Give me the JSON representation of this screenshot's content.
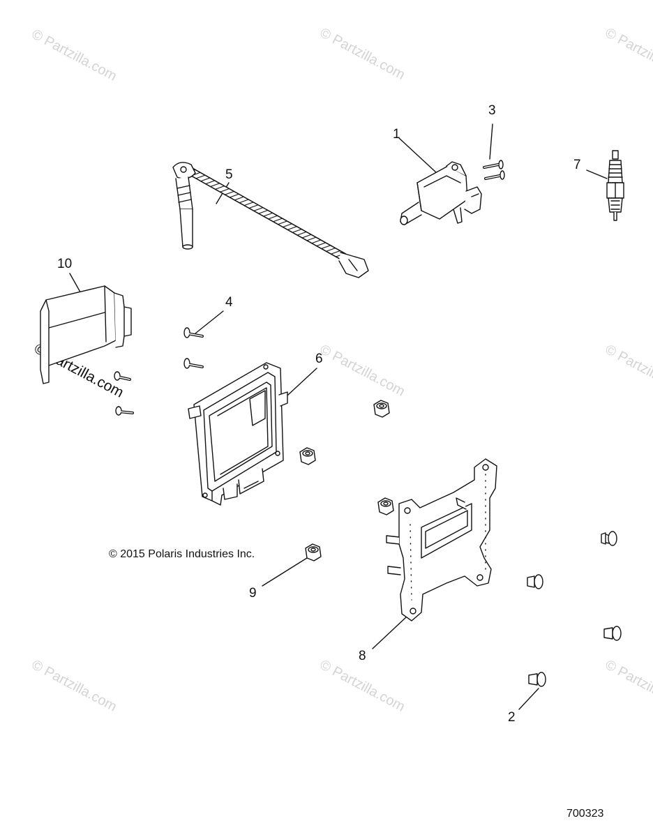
{
  "watermark": "© Partzilla.com",
  "copyright": "© 2015 Polaris Industries Inc.",
  "drawing_number": "700323",
  "callouts": {
    "c1": "1",
    "c2": "2",
    "c3": "3",
    "c4": "4",
    "c5": "5",
    "c6": "6",
    "c7": "7",
    "c8": "8",
    "c9": "9",
    "c10": "10"
  }
}
